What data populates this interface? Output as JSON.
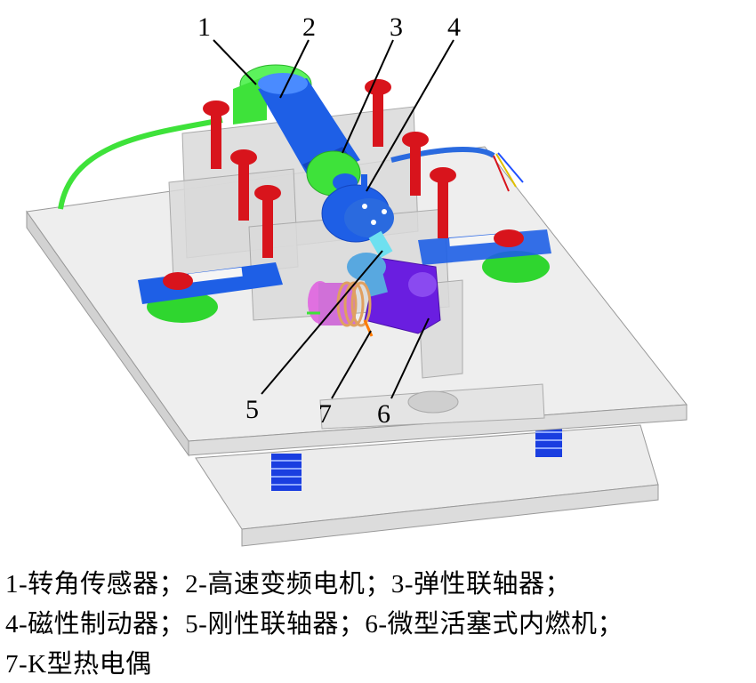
{
  "labels": {
    "l1": "1",
    "l2": "2",
    "l3": "3",
    "l4": "4",
    "l5": "5",
    "l6": "6",
    "l7": "7"
  },
  "caption": {
    "line1": "1-转角传感器；2-高速变频电机；3-弹性联轴器；",
    "line2": "4-磁性制动器；5-刚性联轴器；6-微型活塞式内燃机；",
    "line3": "7-K型热电偶"
  },
  "colors": {
    "plate": "#e8e8e8",
    "bolt": "#d8141c",
    "motor": "#1e5fe6",
    "green": "#3ee23a",
    "engine": "#6a1ee0",
    "coil": "#e0a060"
  }
}
